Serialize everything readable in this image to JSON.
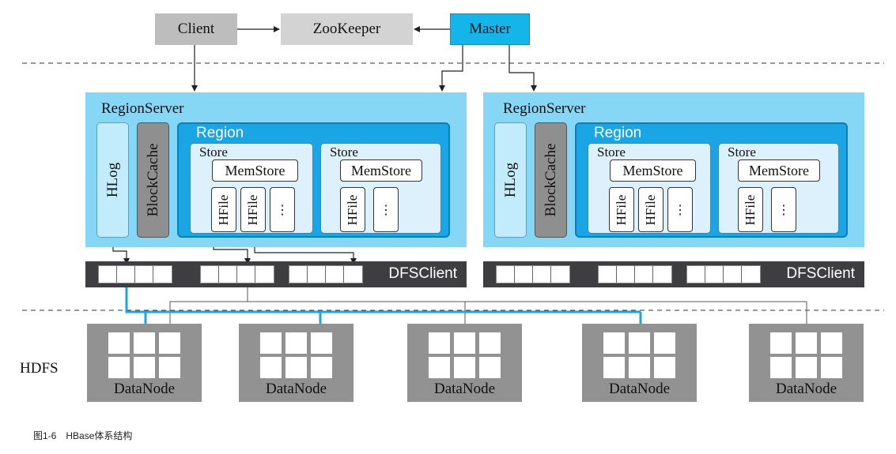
{
  "top": {
    "client": "Client",
    "zookeeper": "ZooKeeper",
    "master": "Master"
  },
  "region_servers": [
    {
      "title": "RegionServer",
      "hlog": "HLog",
      "blockcache": "BlockCache",
      "region": "Region",
      "stores": [
        {
          "title": "Store",
          "memstore": "MemStore",
          "hfiles": [
            "HFile",
            "HFile"
          ],
          "more": "⋮"
        },
        {
          "title": "Store",
          "memstore": "MemStore",
          "hfiles": [
            "HFile"
          ],
          "more": "⋮"
        }
      ],
      "dfsclient": "DFSClient"
    },
    {
      "title": "RegionServer",
      "hlog": "HLog",
      "blockcache": "BlockCache",
      "region": "Region",
      "stores": [
        {
          "title": "Store",
          "memstore": "MemStore",
          "hfiles": [
            "HFile",
            "HFile"
          ],
          "more": "⋮"
        },
        {
          "title": "Store",
          "memstore": "MemStore",
          "hfiles": [
            "HFile"
          ],
          "more": "⋮"
        }
      ],
      "dfsclient": "DFSClient"
    }
  ],
  "hdfs": {
    "label": "HDFS",
    "datanodes": [
      "DataNode",
      "DataNode",
      "DataNode",
      "DataNode",
      "DataNode"
    ]
  },
  "caption": "图1-6　HBase体系结构",
  "colors": {
    "master": "#14b6ea",
    "regionserver": "#86d7f6",
    "region": "#1aa6e4",
    "dfsclient": "#3e3e40",
    "datanode": "#929292",
    "highlight_line": "#1aa6e4"
  }
}
